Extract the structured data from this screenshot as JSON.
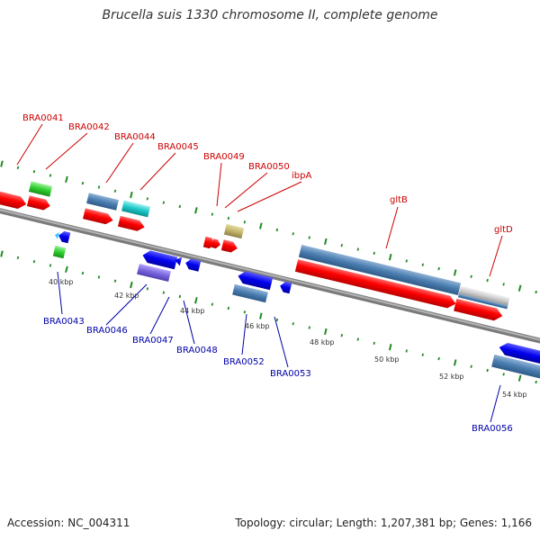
{
  "title": "Brucella suis 1330 chromosome II, complete genome",
  "footer": {
    "accession": "Accession: NC_004311",
    "stats": "Topology: circular; Length: 1,207,381 bp; Genes: 1,166"
  },
  "colors": {
    "top_label": "#cc0000",
    "bottom_label": "#0000aa",
    "backbone": "#8c8c8c",
    "tick": "#228b22"
  },
  "kbp_labels": [
    "40 kbp",
    "42 kbp",
    "44 kbp",
    "46 kbp",
    "48 kbp",
    "50 kbp",
    "52 kbp",
    "54 kbp"
  ],
  "top_labels": [
    "BRA0041",
    "BRA0042",
    "BRA0044",
    "BRA0045",
    "BRA0049",
    "BRA0050",
    "ibpA",
    "gltB",
    "gltD"
  ],
  "bottom_labels": [
    "BRA0043",
    "BRA0046",
    "BRA0047",
    "BRA0048",
    "BRA0052",
    "BRA0053",
    "BRA0056"
  ]
}
